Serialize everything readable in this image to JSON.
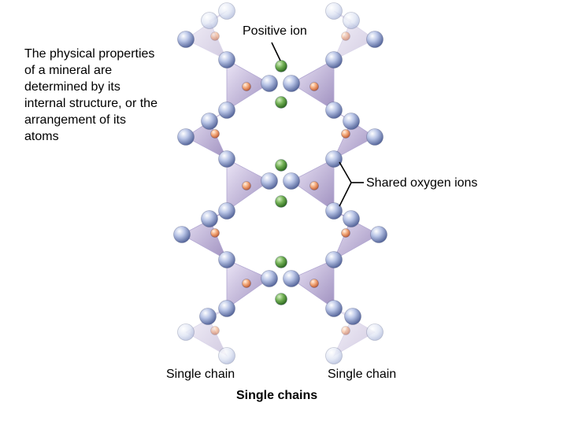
{
  "description": "The physical properties of a mineral are determined by its internal structure, or the arrangement of its atoms",
  "labels": {
    "positive_ion": "Positive ion",
    "shared_oxygen": "Shared oxygen ions",
    "chain_left": "Single chain",
    "chain_right": "Single chain"
  },
  "caption": "Single chains",
  "colors": {
    "oxygen": "#9fb0d8",
    "silicon": "#f0a070",
    "positive_ion": "#5f9a48",
    "tetrahedron": "#8a76b8"
  }
}
